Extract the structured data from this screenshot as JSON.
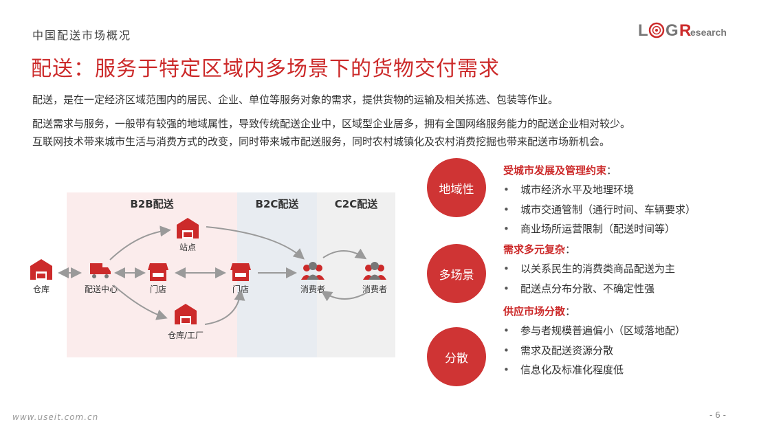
{
  "header": {
    "section_label": "中国配送市场概况",
    "title": "配送：服务于特定区域内多场景下的货物交付需求",
    "logo": {
      "text": "LOGResearch",
      "accent_color": "#cc2a2a"
    }
  },
  "intro": {
    "p1": "配送，是在一定经济区域范围内的居民、企业、单位等服务对象的需求，提供货物的运输及相关拣选、包装等作业。",
    "p2_line1": "配送需求与服务，一般带有较强的地域属性，导致传统配送企业中，区域型企业居多，拥有全国网络服务能力的配送企业相对较少。",
    "p2_line2": "互联网技术带来城市生活与消费方式的改变，同时带来城市配送服务，同时农村城镇化及农村消费挖掘也带来配送市场新机会。"
  },
  "diagram": {
    "zones": {
      "b2b": "B2B配送",
      "b2c": "B2C配送",
      "c2c": "C2C配送"
    },
    "nodes": {
      "warehouse": "仓库",
      "distribution_center": "配送中心",
      "station": "站点",
      "store_a": "门店",
      "store_b": "门店",
      "factory": "仓库/工厂",
      "consumer_a": "消费者",
      "consumer_b": "消费者"
    },
    "icons": [
      "warehouse-icon",
      "truck-icon",
      "shop-icon",
      "people-icon"
    ],
    "colors": {
      "icon": "#cc2a2a",
      "arrow": "#9a9a9a"
    }
  },
  "features": [
    {
      "circle": "地域性",
      "heading": "受城市发展及管理约束",
      "colon": "：",
      "items": [
        "城市经济水平及地理环境",
        "城市交通管制（通行时间、车辆要求）",
        "商业场所运营限制（配送时间等）"
      ]
    },
    {
      "circle": "多场景",
      "heading": "需求多元复杂",
      "colon": "：",
      "items": [
        "以关系民生的消费类商品配送为主",
        "配送点分布分散、不确定性强"
      ]
    },
    {
      "circle": "分散",
      "heading": "供应市场分散",
      "colon": "：",
      "items": [
        "参与者规模普遍偏小（区域落地配）",
        "需求及配送资源分散",
        "信息化及标准化程度低"
      ]
    }
  ],
  "footer": {
    "url": "www.useit.com.cn",
    "page": "- 6 -"
  },
  "theme": {
    "accent": "#cc2a2a"
  }
}
